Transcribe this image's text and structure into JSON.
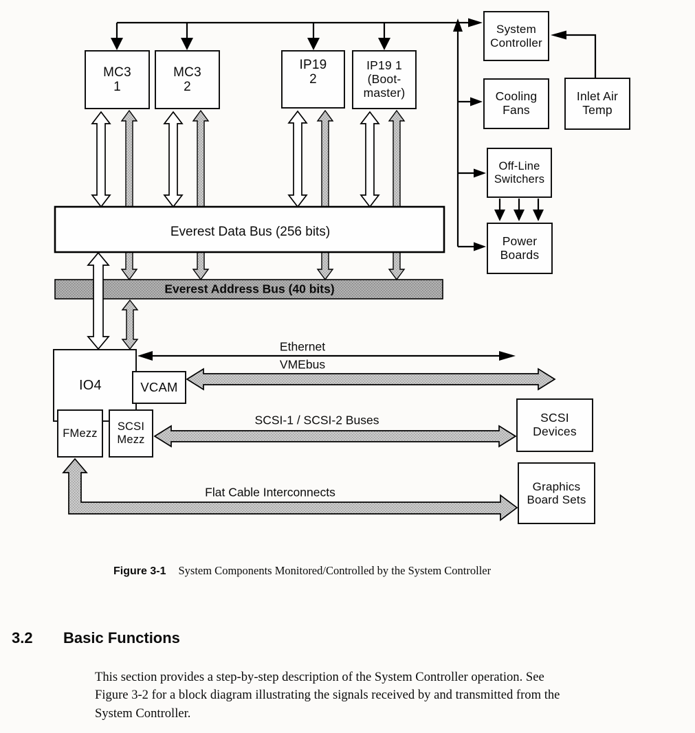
{
  "diagram": {
    "boxes": {
      "mc3_1": "MC3\n1",
      "mc3_2": "MC3\n2",
      "ip19_2": "IP19\n2",
      "ip19_1": "IP19 1\n(Boot-\nmaster)",
      "system_controller": "System\nController",
      "cooling_fans": "Cooling\nFans",
      "inlet_air_temp": "Inlet Air\nTemp",
      "offline_switchers": "Off-Line\nSwitchers",
      "power_boards": "Power\nBoards",
      "io4": "IO4",
      "vcam": "VCAM",
      "fmezz": "FMezz",
      "scsi_mezz": "SCSI\nMezz",
      "scsi_devices": "SCSI\nDevices",
      "graphics_board_sets": "Graphics\nBoard Sets"
    },
    "bus_labels": {
      "data_bus": "Everest Data Bus (256 bits)",
      "address_bus": "Everest Address Bus (40 bits)"
    },
    "connection_labels": {
      "ethernet": "Ethernet",
      "vmebus": "VMEbus",
      "scsi": "SCSI-1 / SCSI-2 Buses",
      "flat_cable": "Flat Cable Interconnects"
    },
    "colors": {
      "line": "#000000",
      "stipple_light": "#c9c9c9",
      "stipple_dark": "#b0b0b0",
      "box_fill": "#fefefe"
    }
  },
  "figure_caption": {
    "label": "Figure 3-1",
    "text": "System Components Monitored/Controlled by the System Controller"
  },
  "section": {
    "number": "3.2",
    "title": "Basic Functions"
  },
  "body_lines": {
    "l1": "This section provides a step-by-step description of the System Controller operation. See",
    "l2": "Figure 3-2 for a block diagram illustrating the signals received by and transmitted from the",
    "l3": "System Controller."
  }
}
